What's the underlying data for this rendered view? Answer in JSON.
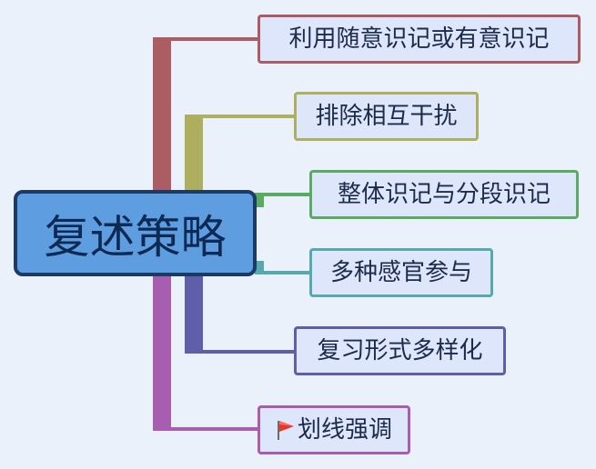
{
  "central": {
    "label": "复述策略"
  },
  "branches": [
    {
      "label": "利用随意识记或有意识记",
      "color": "#ab5d63"
    },
    {
      "label": "排除相互干扰",
      "color": "#aeaf5e"
    },
    {
      "label": "整体识记与分段识记",
      "color": "#5aab62"
    },
    {
      "label": "多种感官参与",
      "color": "#56aaaf"
    },
    {
      "label": "复习形式多样化",
      "color": "#5e5eaa"
    },
    {
      "label": "划线强调",
      "color": "#a85eb0",
      "icon": "red-flag-icon"
    }
  ]
}
